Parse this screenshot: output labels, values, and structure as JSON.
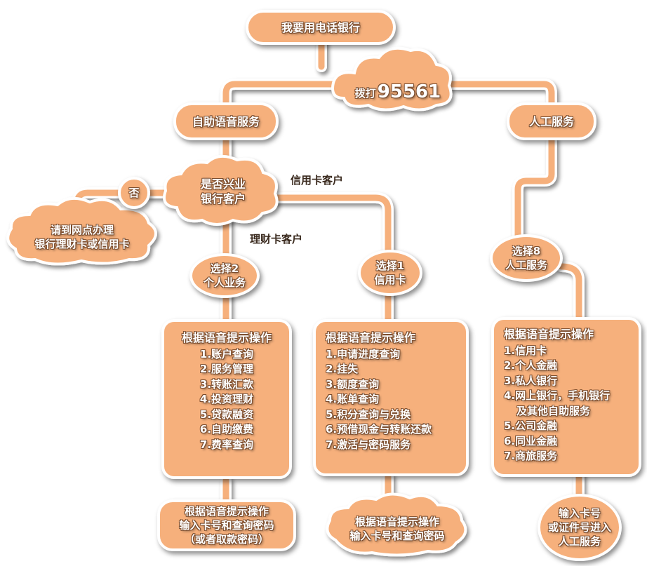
{
  "diagram": {
    "root": "我要用电话银行",
    "dial_prefix": "拨打",
    "dial_number": "95561",
    "self_service": "自助语音服务",
    "human_service": "人工服务",
    "is_customer": [
      "是否兴业",
      "银行客户"
    ],
    "no_label": "否",
    "go_branch": [
      "请到网点办理",
      "银行理财卡或信用卡"
    ],
    "credit_card_customer_label": "信用卡客户",
    "wealth_card_customer_label": "理财卡客户",
    "choose2": [
      "选择2",
      "个人业务"
    ],
    "choose1": [
      "选择1",
      "信用卡"
    ],
    "choose8": [
      "选择8",
      "人工服务"
    ],
    "personal_list": {
      "header": "根据语音提示操作",
      "items": [
        "1.账户查询",
        "2.服务管理",
        "3.转账汇款",
        "4.投资理财",
        "5.贷款融资",
        "6.自助缴费",
        "7.费率查询"
      ]
    },
    "credit_list": {
      "header": "根据语音提示操作",
      "items": [
        "1.申请进度查询",
        "2.挂失",
        "3.额度查询",
        "4.账单查询",
        "5.积分查询与兑换",
        "6.预借现金与转账还款",
        "7.激活与密码服务"
      ]
    },
    "human_list": {
      "header": "根据语音提示操作",
      "items": [
        "1.信用卡",
        "2.个人金融",
        "3.私人银行",
        "4.网上银行，手机银行",
        "及其他自助服务",
        "5.公司金融",
        "6.同业金融",
        "7.商旅服务"
      ]
    },
    "personal_end": [
      "根据语音提示操作",
      "输入卡号和查询密码",
      "（或者取款密码）"
    ],
    "credit_end": [
      "根据语音提示操作",
      "输入卡号和查询密码"
    ],
    "human_end": [
      "输入卡号",
      "或证件号进入",
      "人工服务"
    ]
  },
  "colors": {
    "box": "#f6b07c",
    "line": "#f6b07c",
    "text": "#ffffff",
    "outline": "#7a4d2f"
  }
}
